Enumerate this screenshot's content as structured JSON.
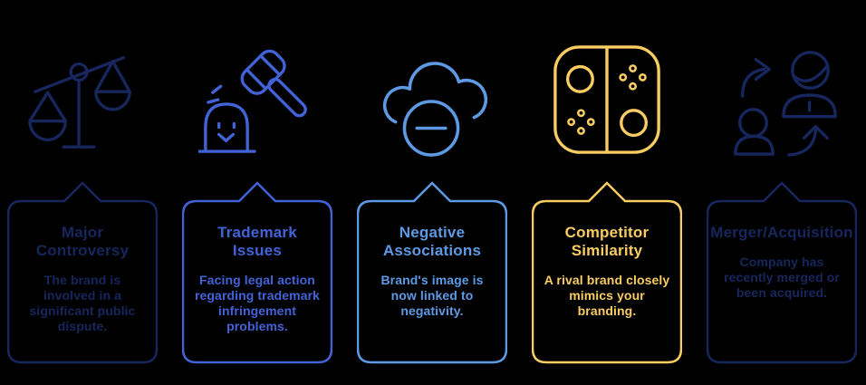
{
  "background_color": "#000000",
  "cards": [
    {
      "id": "major-controversy",
      "title": "Major\nControversy",
      "description": "The brand is\ninvolved in a\nsignificant public\ndispute.",
      "color": "#17265C",
      "icon": "scales-of-justice-icon"
    },
    {
      "id": "trademark-issues",
      "title": "Trademark\nIssues",
      "description": "Facing legal action\nregarding trademark\ninfringement\nproblems.",
      "color": "#4263D8",
      "icon": "gavel-whack-icon"
    },
    {
      "id": "negative-associations",
      "title": "Negative\nAssociations",
      "description": "Brand's image is\nnow linked to\nnegativity.",
      "color": "#5E9AE4",
      "icon": "cloud-minus-icon"
    },
    {
      "id": "competitor-similarity",
      "title": "Competitor\nSimilarity",
      "description": "A rival brand closely\nmimics your\nbranding.",
      "color": "#F9CD62",
      "icon": "game-controller-icon"
    },
    {
      "id": "merger-acquisition",
      "title": "Merger/Acquisition",
      "description": "Company has\nrecently merged or\nbeen acquired.",
      "color": "#17265C",
      "icon": "people-swap-icon"
    }
  ]
}
